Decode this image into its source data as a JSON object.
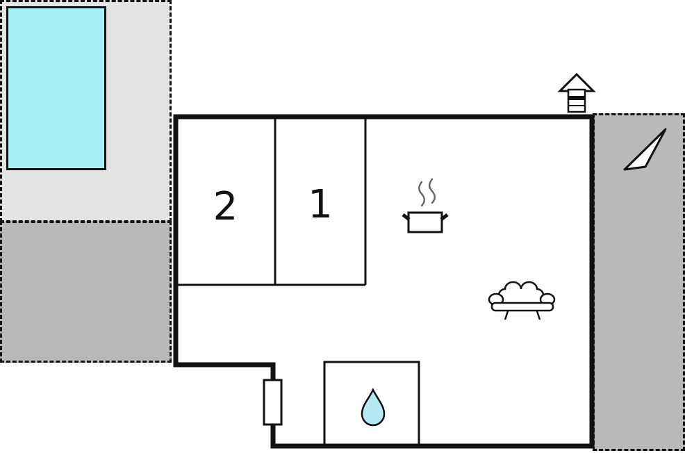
{
  "rooms": [
    {
      "label": "2"
    },
    {
      "label": "1"
    }
  ],
  "colors": {
    "wall": "#111111",
    "pool_fill": "#a5f3f7",
    "area_light": "#e3e3e3",
    "area_dark": "#b9b9b9",
    "drop_fill": "#b5eaf3",
    "background": "#ffffff"
  },
  "icons": {
    "pool": "swimming-pool",
    "kitchen": "steaming-pot-icon",
    "living_room": "sofa-icon",
    "bathroom": "water-drop-icon",
    "north": "north-arrow-icon",
    "well": "well-icon",
    "door": "door-icon"
  }
}
